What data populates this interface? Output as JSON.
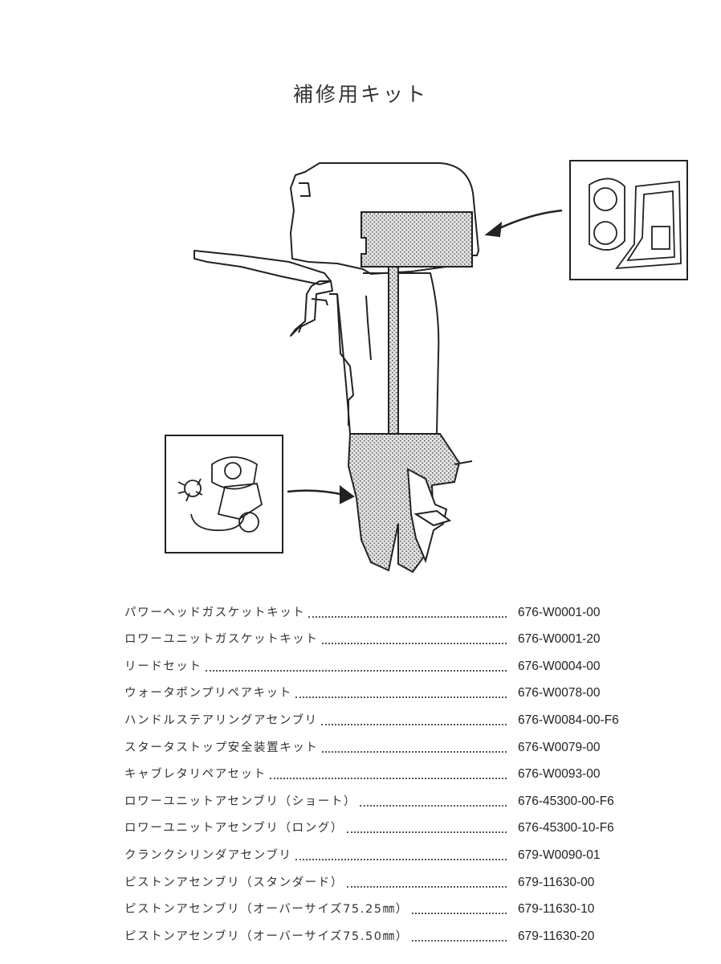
{
  "page": {
    "title": "補修用キット"
  },
  "illustration": {
    "main": "outboard-motor",
    "insets": [
      "powerhead-gasket-kit",
      "water-pump-repair-kit"
    ]
  },
  "parts": [
    {
      "name": "パワーヘッドガスケットキット",
      "number": "676-W0001-00"
    },
    {
      "name": "ロワーユニットガスケットキット",
      "number": "676-W0001-20"
    },
    {
      "name": "リードセット",
      "number": "676-W0004-00"
    },
    {
      "name": "ウォータポンプリペアキット",
      "number": "676-W0078-00"
    },
    {
      "name": "ハンドルステアリングアセンブリ",
      "number": "676-W0084-00-F6"
    },
    {
      "name": "スタータストップ安全装置キット",
      "number": "676-W0079-00"
    },
    {
      "name": "キャブレタリペアセット",
      "number": "676-W0093-00"
    },
    {
      "name": "ロワーユニットアセンブリ（ショート）",
      "number": "676-45300-00-F6"
    },
    {
      "name": "ロワーユニットアセンブリ（ロング）",
      "number": "676-45300-10-F6"
    },
    {
      "name": "クランクシリンダアセンブリ",
      "number": "679-W0090-01"
    },
    {
      "name": "ピストンアセンブリ（スタンダード）",
      "number": "679-11630-00"
    },
    {
      "name": "ピストンアセンブリ（オーバーサイズ75.25㎜）",
      "number": "679-11630-10"
    },
    {
      "name": "ピストンアセンブリ（オーバーサイズ75.50㎜）",
      "number": "679-11630-20"
    }
  ]
}
